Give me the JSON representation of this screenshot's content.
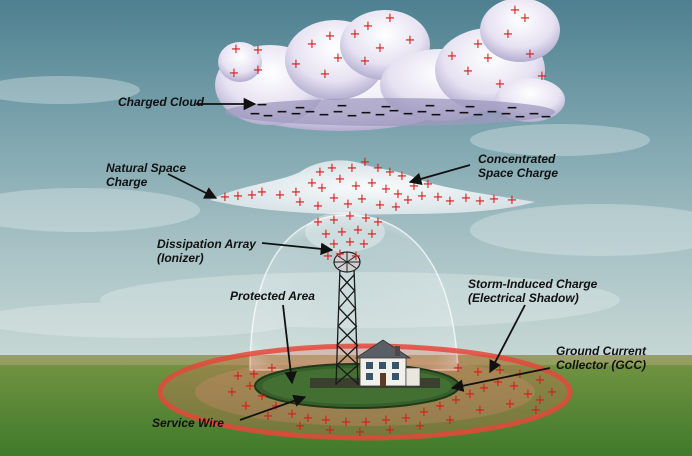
{
  "labels": {
    "charged_cloud": "Charged Cloud",
    "natural_space_charge_line1": "Natural Space",
    "natural_space_charge_line2": "Charge",
    "concentrated_space_charge_line1": "Concentrated",
    "concentrated_space_charge_line2": "Space Charge",
    "dissipation_array_line1": "Dissipation Array",
    "dissipation_array_line2": "(Ionizer)",
    "protected_area": "Protected Area",
    "storm_induced_charge_line1": "Storm-Induced Charge",
    "storm_induced_charge_line2": "(Electrical Shadow)",
    "gcc_line1": "Ground Current",
    "gcc_line2": "Collector (GCC)",
    "service_wire": "Service Wire"
  },
  "symbols": {
    "positive": "+",
    "negative": "−"
  },
  "colors": {
    "sky_top": "#4f8391",
    "sky_bottom": "#b9cfcf",
    "cloud": "#e9e6f4",
    "cloud_shade": "#a9a4c6",
    "charge_plus": "#d81a1a",
    "charge_minus": "#111111",
    "field_ring": "#e4483b",
    "grass": "#5d8c3c",
    "dome": "#dfe9ef"
  }
}
